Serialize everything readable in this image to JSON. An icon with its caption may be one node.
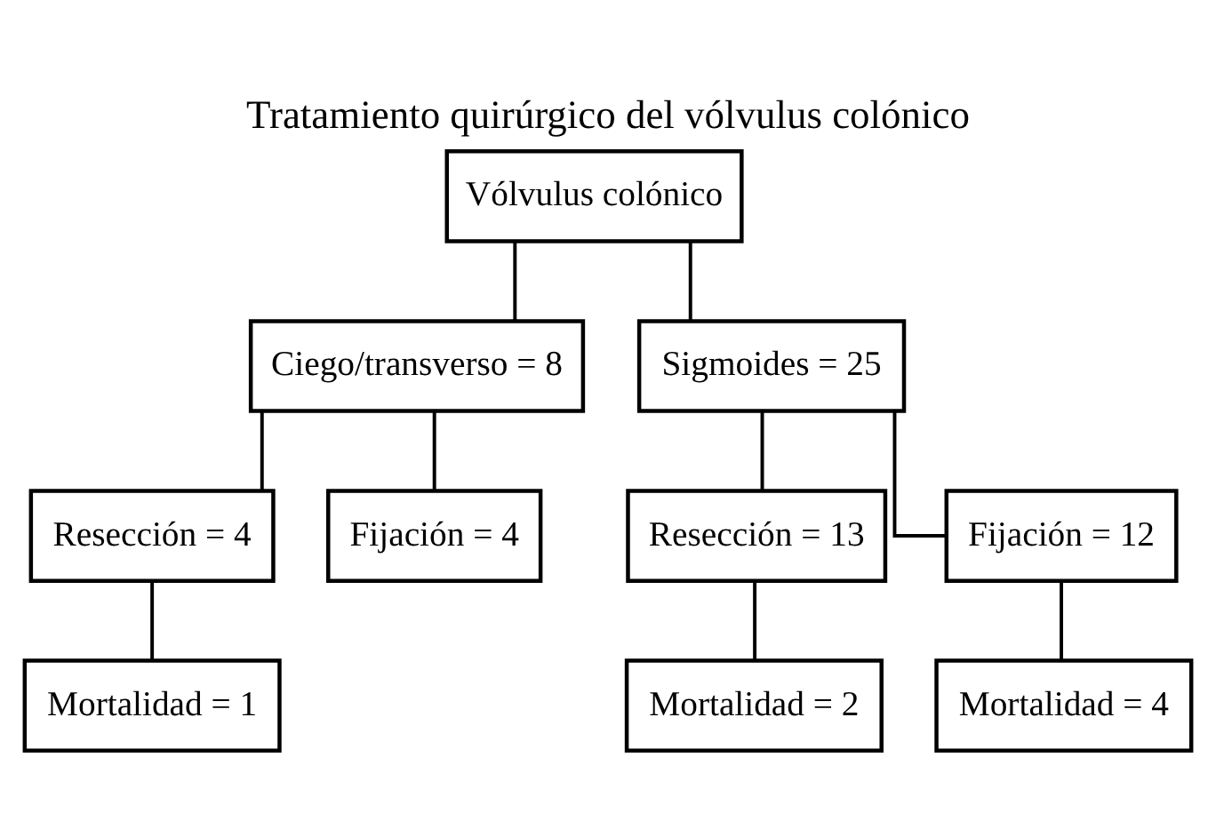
{
  "diagram": {
    "title": "Tratamiento quirúrgico del vólvulus colónico",
    "nodes": [
      {
        "text": [
          "Vólvulus colónico"
        ]
      },
      {
        "text": [
          "Ciego/transverso = 8"
        ]
      },
      {
        "text": [
          "Sigmoides = 25"
        ]
      },
      {
        "text": [
          "Resección = 4"
        ]
      },
      {
        "text": [
          "Fijación = 4"
        ]
      },
      {
        "text": [
          "Resección = 13"
        ]
      },
      {
        "text": [
          "Fijación = 12"
        ]
      },
      {
        "text": [
          "Mortalidad = 1"
        ]
      },
      {
        "text": [
          "Mortalidad = 2"
        ]
      },
      {
        "text": [
          "Mortalidad = 4"
        ]
      }
    ],
    "edges": [
      {
        "from": 0,
        "to": 1,
        "arrow": "none"
      },
      {
        "from": 0,
        "to": 2,
        "arrow": "none"
      },
      {
        "from": 1,
        "to": 3,
        "arrow": "none"
      },
      {
        "from": 1,
        "to": 4,
        "arrow": "none"
      },
      {
        "from": 2,
        "to": 5,
        "arrow": "none"
      },
      {
        "from": 2,
        "to": 6,
        "arrow": "none"
      },
      {
        "from": 3,
        "to": 7,
        "arrow": "none"
      },
      {
        "from": 5,
        "to": 8,
        "arrow": "none"
      },
      {
        "from": 6,
        "to": 9,
        "arrow": "none"
      }
    ]
  }
}
